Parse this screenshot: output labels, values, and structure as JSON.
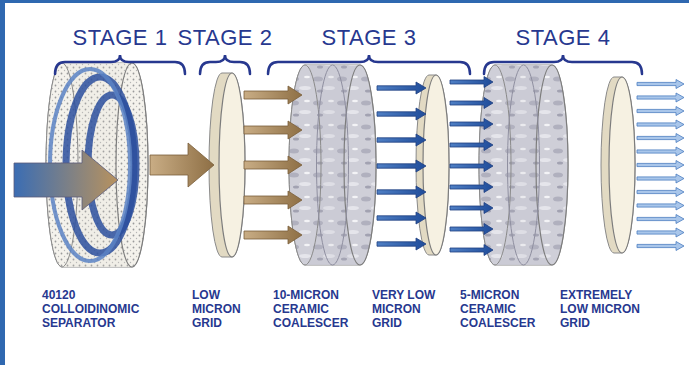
{
  "diagram": {
    "labels": [
      "STAGE 1",
      "STAGE 2",
      "STAGE 3",
      "STAGE 4",
      "40120 COLLOIDINOMIC SEPARATOR",
      "LOW MICRON GRID",
      "10-MICRON CERAMIC COALESCER",
      "VERY LOW MICRON GRID",
      "5-MICRON CERAMIC COALESCER",
      "EXTREMELY LOW MICRON GRID"
    ]
  }
}
